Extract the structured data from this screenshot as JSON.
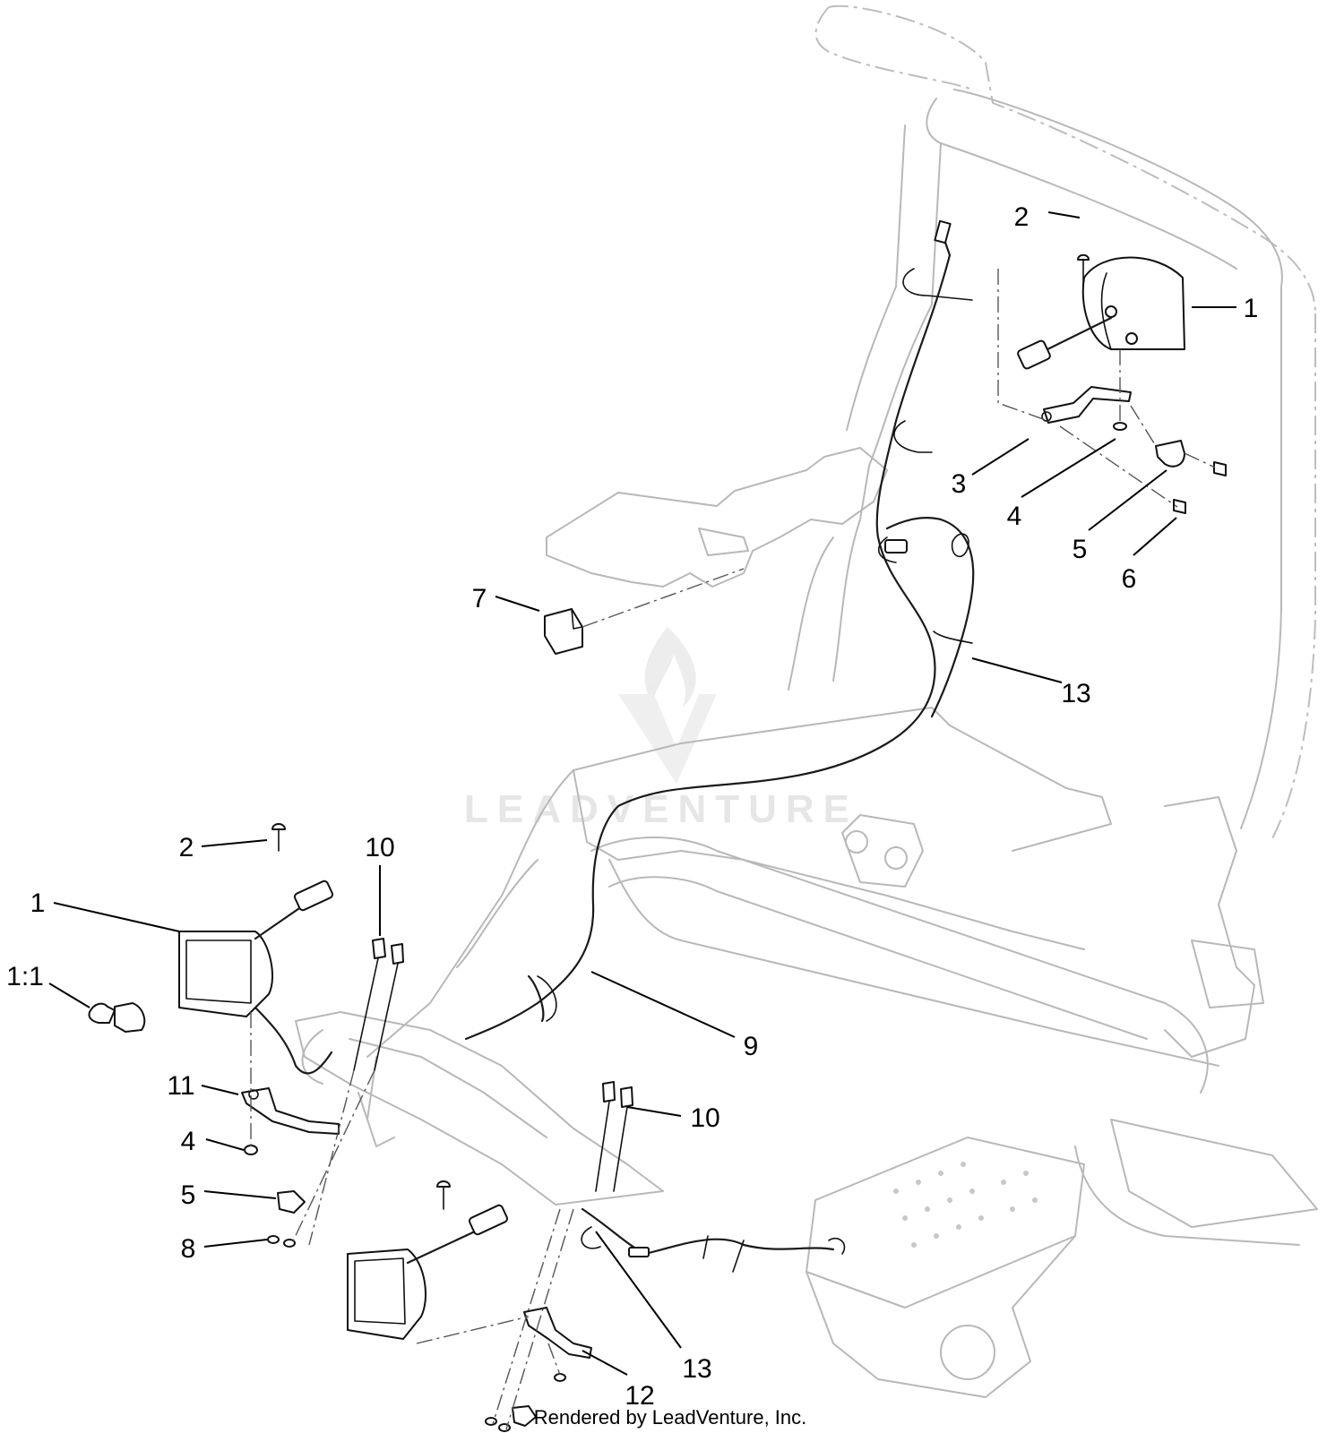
{
  "diagram": {
    "callouts": [
      {
        "id": "c-2-top",
        "label": "2"
      },
      {
        "id": "c-1-top",
        "label": "1"
      },
      {
        "id": "c-3",
        "label": "3"
      },
      {
        "id": "c-4-top",
        "label": "4"
      },
      {
        "id": "c-5-top",
        "label": "5"
      },
      {
        "id": "c-6",
        "label": "6"
      },
      {
        "id": "c-7",
        "label": "7"
      },
      {
        "id": "c-13-top",
        "label": "13"
      },
      {
        "id": "c-2-left",
        "label": "2"
      },
      {
        "id": "c-10-left",
        "label": "10"
      },
      {
        "id": "c-1-left",
        "label": "1"
      },
      {
        "id": "c-1-1",
        "label": "1:1"
      },
      {
        "id": "c-9",
        "label": "9"
      },
      {
        "id": "c-11",
        "label": "11"
      },
      {
        "id": "c-10-right",
        "label": "10"
      },
      {
        "id": "c-4-left",
        "label": "4"
      },
      {
        "id": "c-5-left",
        "label": "5"
      },
      {
        "id": "c-8",
        "label": "8"
      },
      {
        "id": "c-13-bottom",
        "label": "13"
      },
      {
        "id": "c-12",
        "label": "12"
      }
    ]
  },
  "watermark": {
    "brand": "LEADVENTURE"
  },
  "footer": {
    "credit": "Rendered by LeadVenture, Inc."
  },
  "icons": {
    "watermark_logo": "flame-v-logo-icon"
  }
}
